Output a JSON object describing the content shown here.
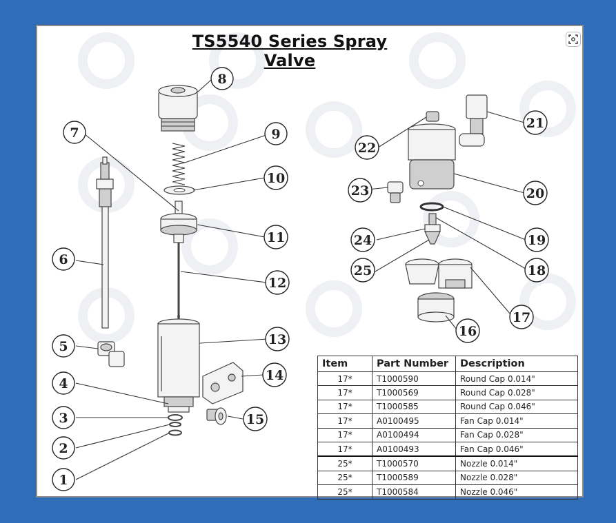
{
  "title": "TS5540 Series Spray Valve",
  "icons": {
    "scan": "image-scan-icon"
  },
  "callouts": [
    "1",
    "2",
    "3",
    "4",
    "5",
    "6",
    "7",
    "8",
    "9",
    "10",
    "11",
    "12",
    "13",
    "14",
    "15",
    "16",
    "17",
    "18",
    "19",
    "20",
    "21",
    "22",
    "23",
    "24",
    "25"
  ],
  "table": {
    "headers": {
      "item": "Item",
      "part_number": "Part Number",
      "description": "Description"
    },
    "rows": [
      {
        "item": "17*",
        "part_number": "T1000590",
        "description": "Round Cap 0.014\""
      },
      {
        "item": "17*",
        "part_number": "T1000569",
        "description": "Round Cap 0.028\""
      },
      {
        "item": "17*",
        "part_number": "T1000585",
        "description": "Round Cap 0.046\""
      },
      {
        "item": "17*",
        "part_number": "A0100495",
        "description": "Fan Cap 0.014\""
      },
      {
        "item": "17*",
        "part_number": "A0100494",
        "description": "Fan Cap 0.028\""
      },
      {
        "item": "17*",
        "part_number": "A0100493",
        "description": "Fan Cap 0.046\""
      },
      {
        "item": "25*",
        "part_number": "T1000570",
        "description": "Nozzle 0.014\""
      },
      {
        "item": "25*",
        "part_number": "T1000589",
        "description": "Nozzle 0.028\""
      },
      {
        "item": "25*",
        "part_number": "T1000584",
        "description": "Nozzle 0.046\""
      }
    ]
  }
}
